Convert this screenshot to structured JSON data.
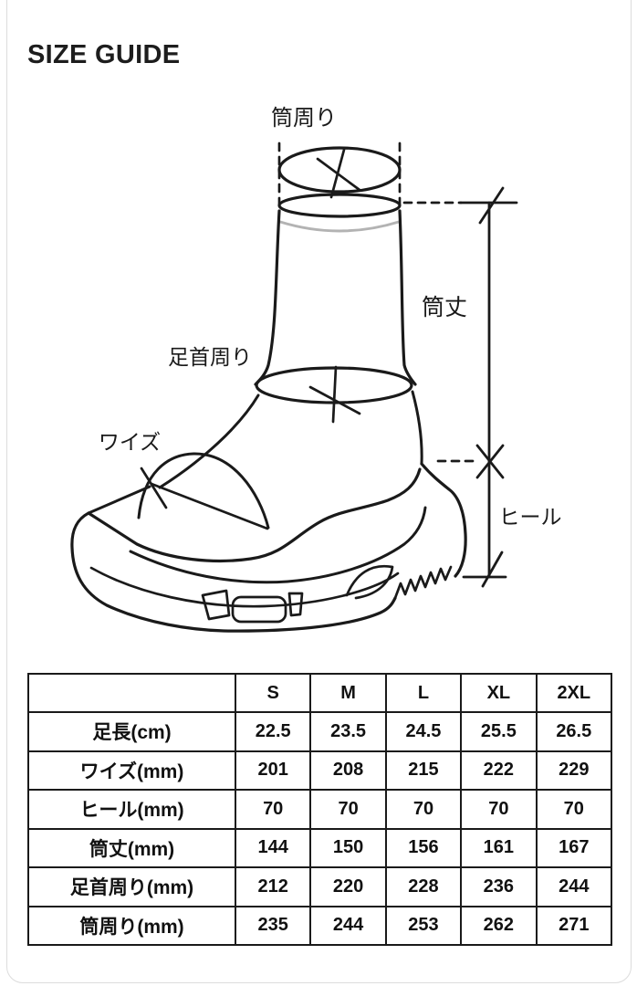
{
  "page": {
    "title": "SIZE GUIDE"
  },
  "diagram": {
    "labels": {
      "tube_circumference": "筒周り",
      "tube_height": "筒丈",
      "ankle_circumference": "足首周り",
      "width": "ワイズ",
      "heel": "ヒール"
    },
    "colors": {
      "line": "#1a1a1a",
      "shaft_band_gray": "#b3b3b3"
    }
  },
  "size_table": {
    "columns": [
      "",
      "S",
      "M",
      "L",
      "XL",
      "2XL"
    ],
    "rows": [
      {
        "label": "足長(cm)",
        "values": [
          "22.5",
          "23.5",
          "24.5",
          "25.5",
          "26.5"
        ]
      },
      {
        "label": "ワイズ(mm)",
        "values": [
          "201",
          "208",
          "215",
          "222",
          "229"
        ]
      },
      {
        "label": "ヒール(mm)",
        "values": [
          "70",
          "70",
          "70",
          "70",
          "70"
        ]
      },
      {
        "label": "筒丈(mm)",
        "values": [
          "144",
          "150",
          "156",
          "161",
          "167"
        ]
      },
      {
        "label": "足首周り(mm)",
        "values": [
          "212",
          "220",
          "228",
          "236",
          "244"
        ]
      },
      {
        "label": "筒周り(mm)",
        "values": [
          "235",
          "244",
          "253",
          "262",
          "271"
        ]
      }
    ]
  }
}
